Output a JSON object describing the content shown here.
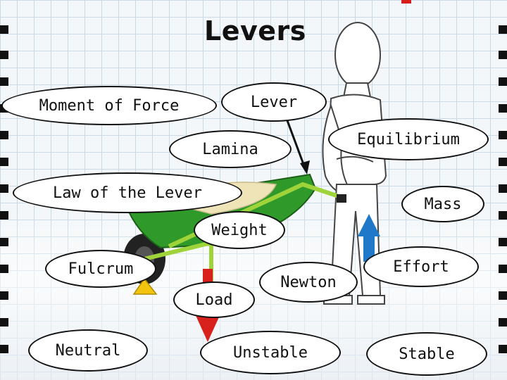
{
  "title": "Levers",
  "colors": {
    "wheelbarrow_body": "#2f9a2a",
    "wheelbarrow_frame": "#9ed43a",
    "effort_arrow": "#1f78c8",
    "load_arrow": "#d8201c",
    "fulcrum": "#f2c40f"
  },
  "icons": [
    "person-figure",
    "wheelbarrow",
    "fulcrum-triangle",
    "effort-arrow-up",
    "load-arrow-down",
    "pointer-arrow"
  ],
  "labels": {
    "moment_of_force": "Moment of Force",
    "lever": "Lever",
    "lamina": "Lamina",
    "equilibrium": "Equilibrium",
    "law_of_the_lever": "Law of the Lever",
    "mass": "Mass",
    "weight": "Weight",
    "fulcrum": "Fulcrum",
    "effort": "Effort",
    "newton": "Newton",
    "load": "Load",
    "neutral": "Neutral",
    "unstable": "Unstable",
    "stable": "Stable"
  }
}
